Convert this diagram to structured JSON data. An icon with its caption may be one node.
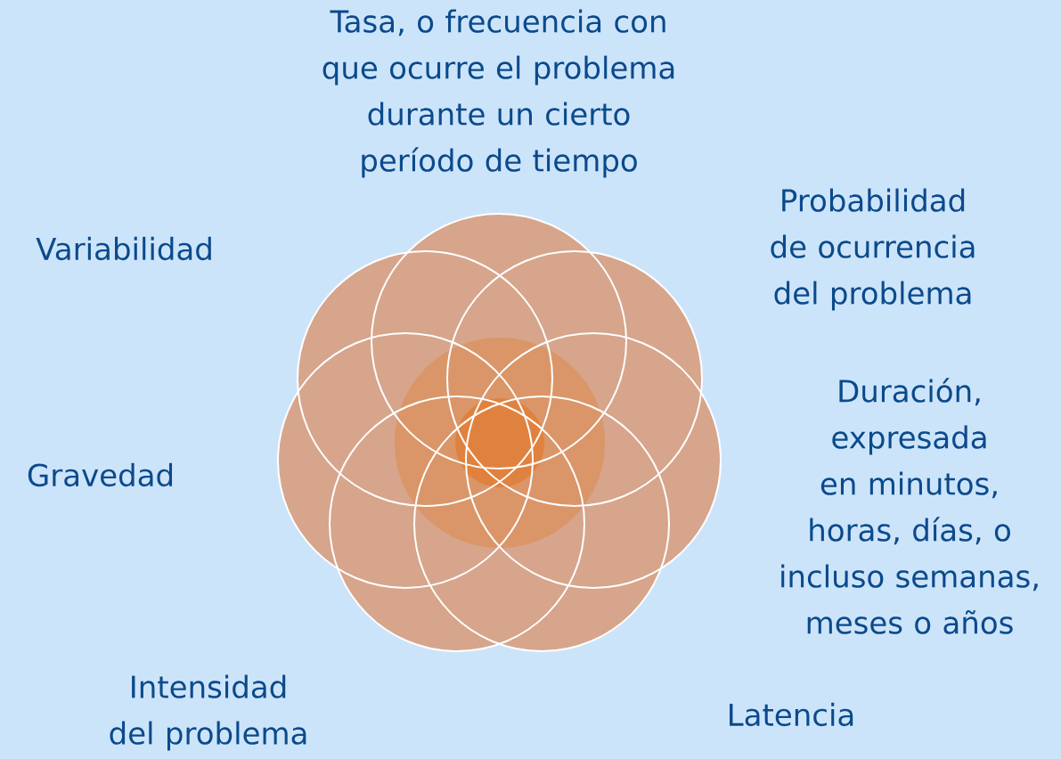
{
  "diagram": {
    "labels": [
      "Tasa, o frecuencia con que ocurre el problema durante un cierto período de tiempo",
      "Variabilidad",
      "Probabilidad de ocurrencia del problema",
      "Duración, expresada en minutos, horas, días, o incluso semanas, meses o años",
      "Gravedad",
      "Intensidad del problema",
      "Latencia"
    ]
  }
}
